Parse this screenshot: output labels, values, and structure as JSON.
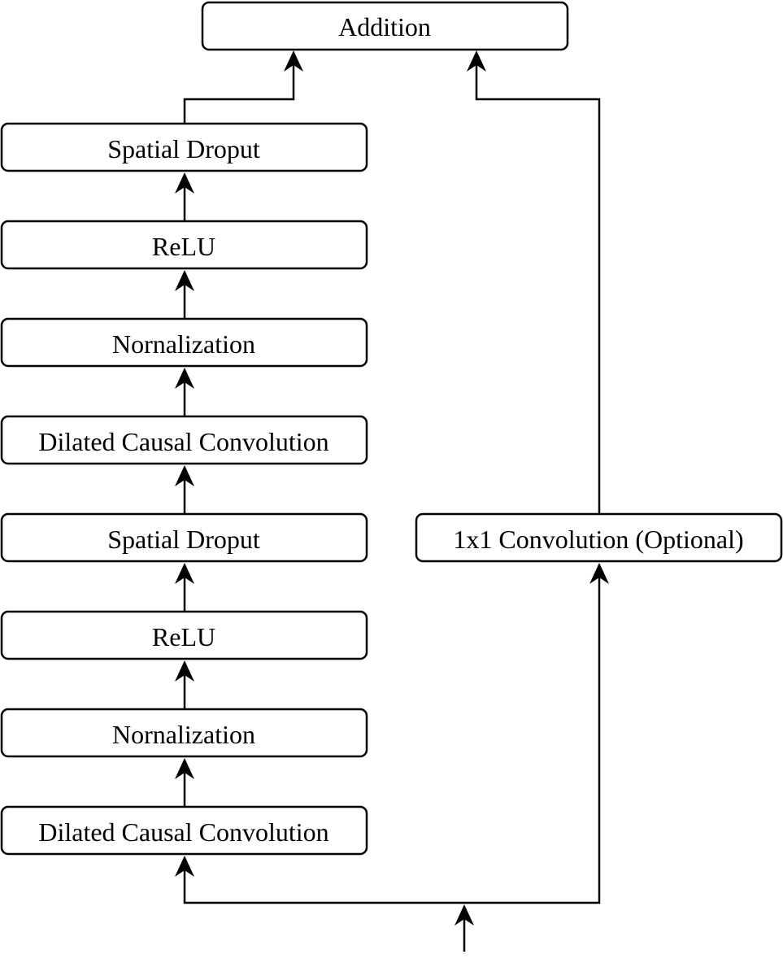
{
  "diagram": {
    "addition": "Addition",
    "main_branch": [
      "Spatial Droput",
      "ReLU",
      "Nornalization",
      "Dilated Causal Convolution",
      "Spatial Droput",
      "ReLU",
      "Nornalization",
      "Dilated Causal Convolution"
    ],
    "shortcut": "1x1 Convolution (Optional)"
  }
}
